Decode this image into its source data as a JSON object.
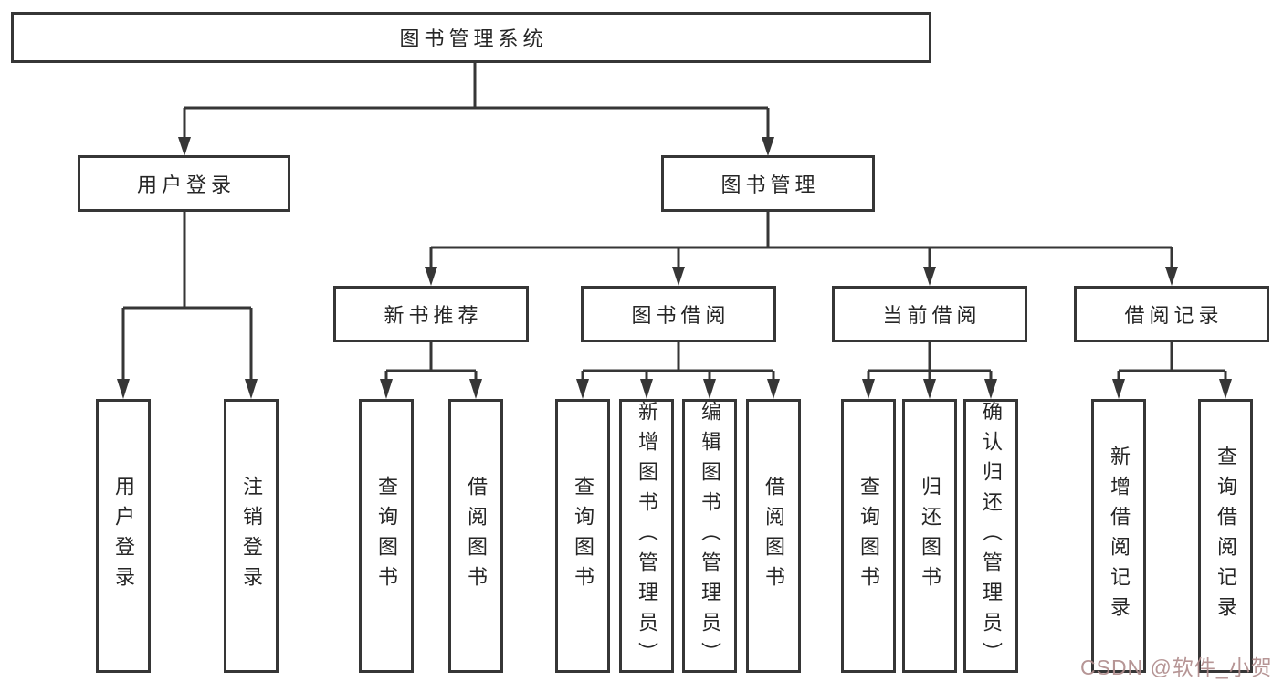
{
  "tree": {
    "label": "图书管理系统",
    "children": [
      {
        "label": "用户登录",
        "children": [
          {
            "label": "用户登录"
          },
          {
            "label": "注销登录"
          }
        ]
      },
      {
        "label": "图书管理",
        "children": [
          {
            "label": "新书推荐",
            "children": [
              {
                "label": "查询图书"
              },
              {
                "label": "借阅图书"
              }
            ]
          },
          {
            "label": "图书借阅",
            "children": [
              {
                "label": "查询图书"
              },
              {
                "label": "新增图书（管理员）"
              },
              {
                "label": "编辑图书（管理员）"
              },
              {
                "label": "借阅图书"
              }
            ]
          },
          {
            "label": "当前借阅",
            "children": [
              {
                "label": "查询图书"
              },
              {
                "label": "归还图书"
              },
              {
                "label": "确认归还（管理员）"
              }
            ]
          },
          {
            "label": "借阅记录",
            "children": [
              {
                "label": "新增借阅记录"
              },
              {
                "label": "查询借阅记录"
              }
            ]
          }
        ]
      }
    ]
  },
  "watermark": {
    "text": "CSDN @软件_小贺同学"
  },
  "colors": {
    "line": "#363636",
    "box_border": "#363636",
    "text": "#262626",
    "background": "#ffffff",
    "watermark": "#b08d8d"
  }
}
